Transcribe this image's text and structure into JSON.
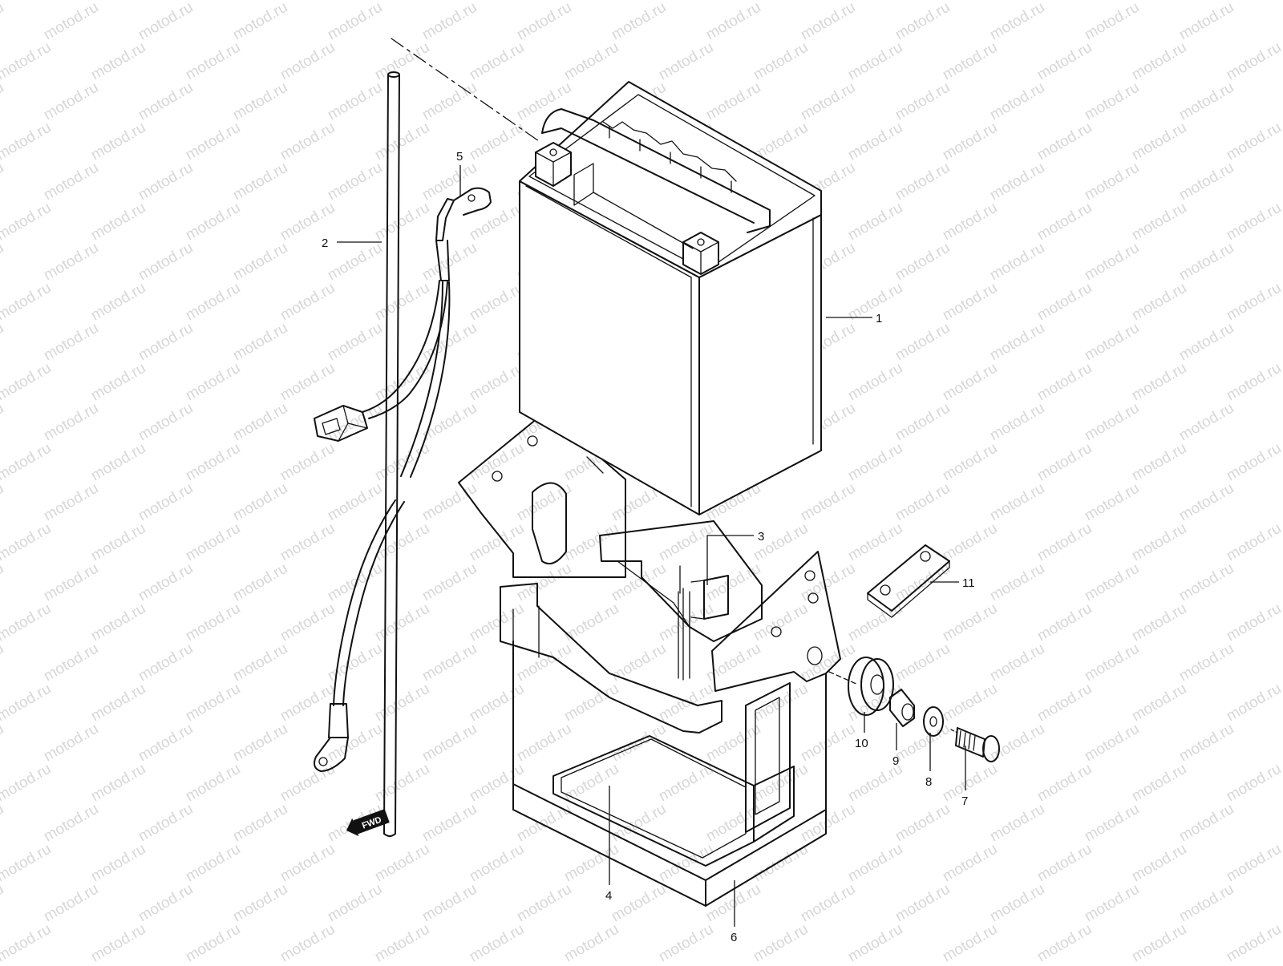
{
  "watermark": {
    "text": "motod.ru"
  },
  "callouts": [
    {
      "number": "1",
      "part": "battery"
    },
    {
      "number": "2",
      "part": "breather-tube"
    },
    {
      "number": "3",
      "part": "pad"
    },
    {
      "number": "4",
      "part": "lower-pad"
    },
    {
      "number": "5",
      "part": "lead-wire"
    },
    {
      "number": "6",
      "part": "battery-holder"
    },
    {
      "number": "7",
      "part": "screw"
    },
    {
      "number": "8",
      "part": "washer"
    },
    {
      "number": "9",
      "part": "collar"
    },
    {
      "number": "10",
      "part": "cushion"
    },
    {
      "number": "11",
      "part": "plate"
    }
  ],
  "fwd_label": "FWD",
  "colors": {
    "line": "#111111",
    "watermark": "#d7d7d7",
    "background": "#ffffff"
  }
}
